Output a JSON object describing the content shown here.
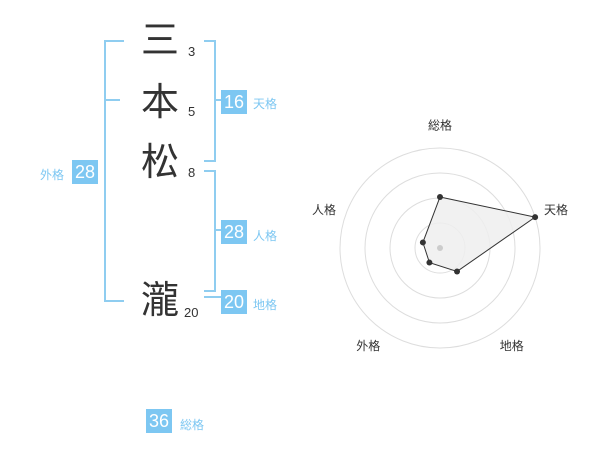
{
  "name": {
    "chars": [
      {
        "char": "三",
        "strokes": "3"
      },
      {
        "char": "本",
        "strokes": "5"
      },
      {
        "char": "松",
        "strokes": "8"
      },
      {
        "char": "瀧",
        "strokes": "20"
      }
    ]
  },
  "kakaku": {
    "tenkaku": {
      "label": "天格",
      "value": "16"
    },
    "jinkaku": {
      "label": "人格",
      "value": "28"
    },
    "chikaku": {
      "label": "地格",
      "value": "20"
    },
    "gaikaku": {
      "label": "外格",
      "value": "28"
    },
    "soukaku": {
      "label": "総格",
      "value": "36"
    }
  },
  "chart_data": {
    "type": "radar",
    "axes": [
      "総格",
      "天格",
      "地格",
      "外格",
      "人格"
    ],
    "values": [
      2.55,
      5.0,
      1.45,
      0.9,
      0.9
    ],
    "max": 5,
    "rings": 4,
    "fill": "#eeeeee",
    "stroke": "#333333"
  }
}
